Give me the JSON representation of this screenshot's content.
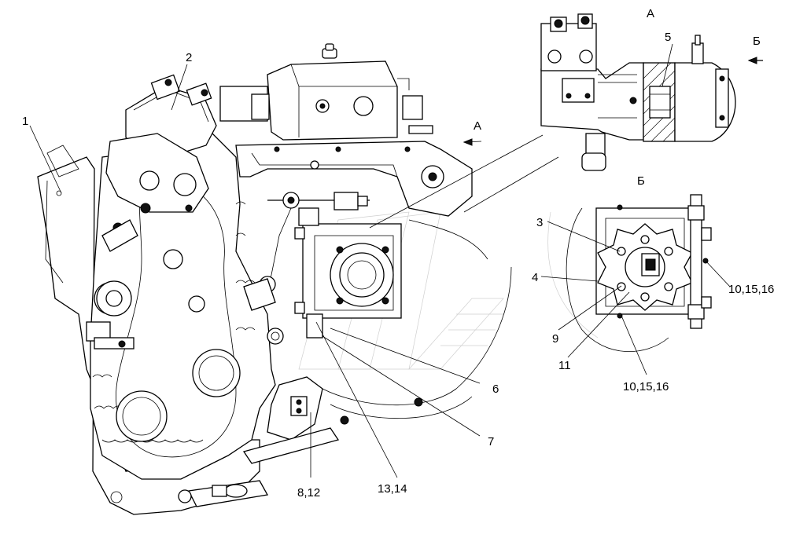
{
  "labels": {
    "l1": "1",
    "l2": "2",
    "l3": "3",
    "l4": "4",
    "l5": "5",
    "l6": "6",
    "l7": "7",
    "l9": "9",
    "l11": "11",
    "l8_12": "8,12",
    "l13_14": "13,14",
    "l10_15_16_right": "10,15,16",
    "l10_15_16_bottom": "10,15,16"
  },
  "view_letters": {
    "a_main": "А",
    "a_title": "А",
    "b_arrow": "Б",
    "b_title": "Б"
  }
}
